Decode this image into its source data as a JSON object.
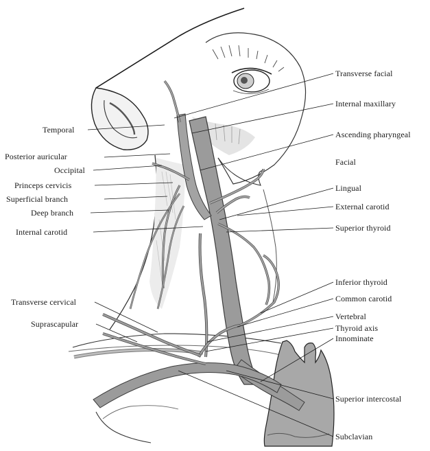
{
  "figure": {
    "colors": {
      "artery_fill": "#9b9b9b",
      "artery_stroke": "#3a3a3a",
      "ink": "#1a1a1a",
      "skin_shade": "#d9d9d9",
      "background": "#ffffff"
    }
  },
  "labels": {
    "left": {
      "temporal": "Temporal",
      "posterior_auricular": "Posterior auricular",
      "occipital": "Occipital",
      "princeps_cervicis": "Princeps cervicis",
      "superficial_branch": "Superficial branch",
      "deep_branch": "Deep branch",
      "internal_carotid": "Internal carotid",
      "transverse_cervical": "Transverse cervical",
      "suprascapular": "Suprascapular"
    },
    "right": {
      "transverse_facial": "Transverse facial",
      "internal_maxillary": "Internal maxillary",
      "ascending_pharyngeal": "Ascending pharyngeal",
      "facial": "Facial",
      "lingual": "Lingual",
      "external_carotid": "External carotid",
      "superior_thyroid": "Superior thyroid",
      "inferior_thyroid": "Inferior thyroid",
      "common_carotid": "Common carotid",
      "vertebral": "Vertebral",
      "thyroid_axis": "Thyroid axis",
      "innominate": "Innominate",
      "superior_intercostal": "Superior intercostal",
      "subclavian": "Subclavian"
    }
  }
}
